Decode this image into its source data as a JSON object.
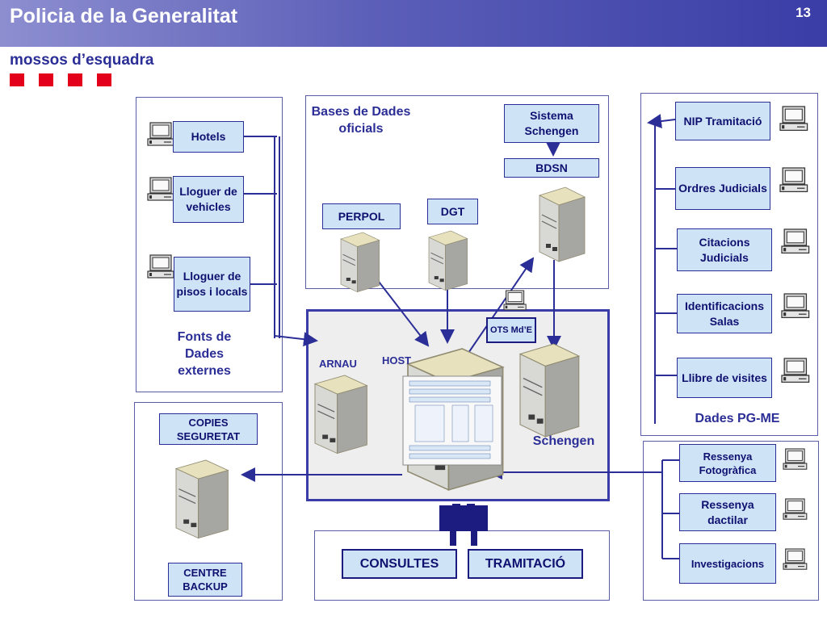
{
  "header": {
    "title": "Policia de la Generalitat",
    "page_number": "13",
    "subtitle": "mossos d’esquadra"
  },
  "colors": {
    "accent_red": "#e2001a",
    "navy": "#2b2e96",
    "box_fill": "#cfe3f7"
  },
  "external": {
    "hotels": "Hotels",
    "lloguer_vehicles": "Lloguer de vehicles",
    "lloguer_pisos": "Lloguer de pisos i locals",
    "caption": "Fonts de Dades externes"
  },
  "official": {
    "caption": "Bases de Dades oficials",
    "sistema_schengen": "Sistema Schengen",
    "bdsn": "BDSN",
    "perpol": "PERPOL",
    "dgt": "DGT"
  },
  "central": {
    "arnau": "ARNAU",
    "host": "HOST",
    "ots": "OTS Md’E",
    "schengen": "Schengen"
  },
  "pgme": {
    "nip": "NIP Tramitació",
    "ordres": "Ordres Judicials",
    "citacions": "Citacions Judicials",
    "identificacions": "Identificacions Salas",
    "llibre": "Llibre de visites",
    "caption": "Dades PG-ME"
  },
  "ressenya": {
    "fotografica": "Ressenya Fotogràfica",
    "dactilar": "Ressenya dactilar",
    "investigacions": "Investigacions"
  },
  "backup": {
    "copies": "COPIES SEGURETAT",
    "centre": "CENTRE BACKUP"
  },
  "bottom": {
    "consultes": "CONSULTES",
    "tramitacio": "TRAMITACIÓ"
  }
}
